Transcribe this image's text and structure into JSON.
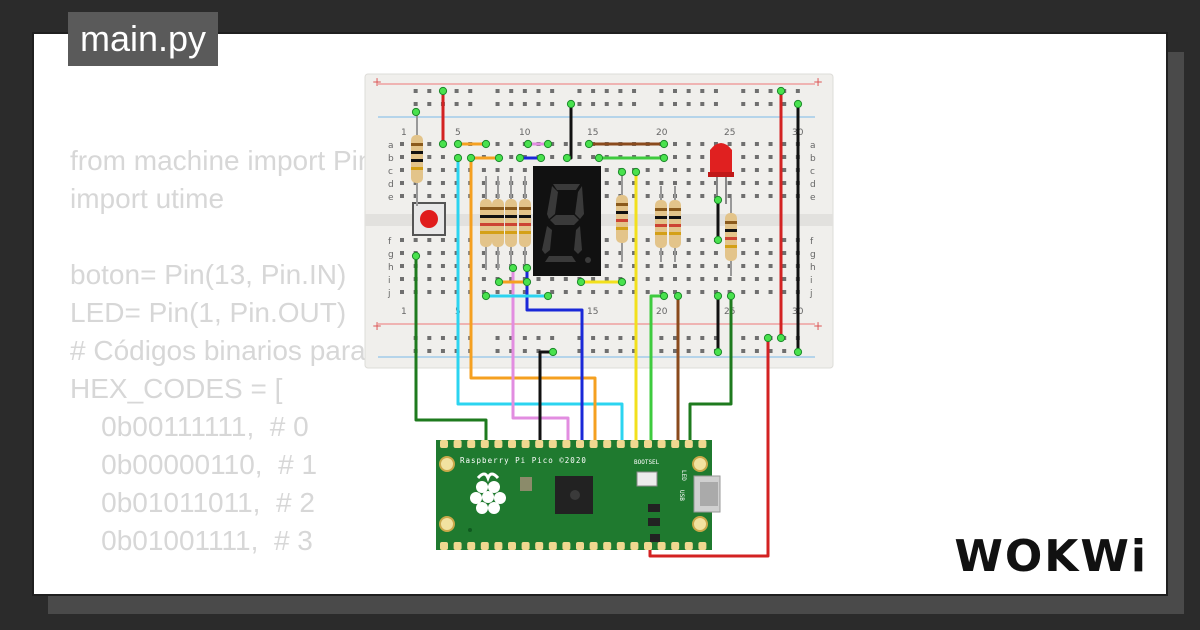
{
  "file_tab": {
    "label": "main.py"
  },
  "code_lines": [
    "from machine import Pin",
    "import utime",
    "",
    "boton= Pin(13, Pin.IN)",
    "LED= Pin(1, Pin.OUT)",
    "# Códigos binarios para los dígitos hexadecimales en un d",
    "HEX_CODES = [",
    "    0b00111111,  # 0",
    "    0b00000110,  # 1",
    "    0b01011011,  # 2",
    "    0b01001111,  # 3"
  ],
  "breadboard": {
    "column_numbers": [
      "1",
      "5",
      "10",
      "15",
      "20",
      "25",
      "30"
    ],
    "row_letters_top": [
      "a",
      "b",
      "c",
      "d",
      "e"
    ],
    "row_letters_bottom": [
      "f",
      "g",
      "h",
      "i",
      "j"
    ]
  },
  "pico": {
    "label": "Raspberry Pi Pico ©2020",
    "bootsel": "BOOTSEL",
    "usb": "USB",
    "led": "LED"
  },
  "logo": {
    "text": "WOKWi"
  },
  "colors": {
    "wire_red": "#d32222",
    "wire_black": "#111111",
    "wire_green_dark": "#1e7a1e",
    "wire_green": "#3ecb3e",
    "wire_cyan": "#2bd4f0",
    "wire_orange": "#f5a020",
    "wire_pink": "#e28de0",
    "wire_blue": "#1a28d8",
    "wire_brown": "#8a4a1c",
    "wire_yellow": "#f2e01c",
    "pico_green": "#1f7a2f",
    "led_red": "#e02020"
  }
}
